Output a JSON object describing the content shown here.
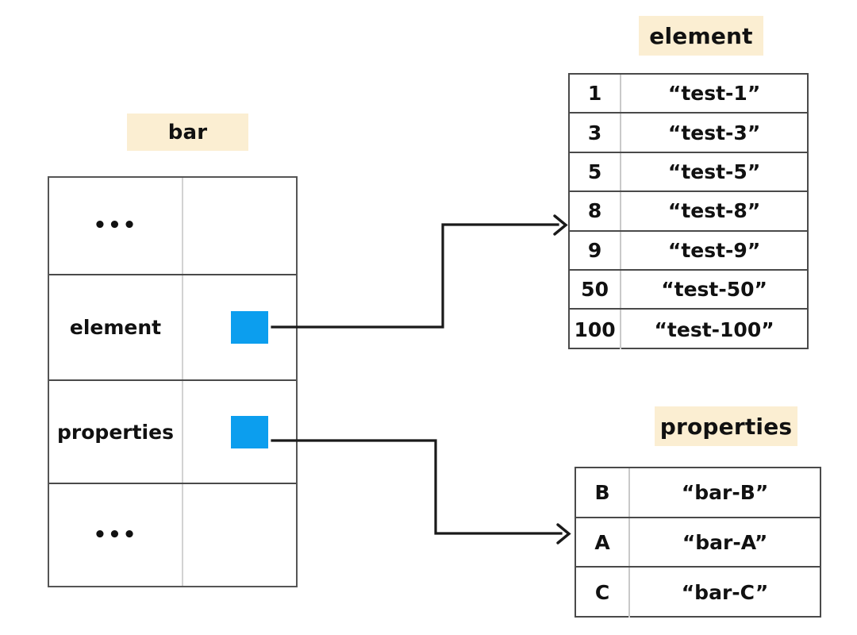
{
  "diagram": {
    "kind": "object-reference-diagram",
    "colors": {
      "highlight": "#fbeed2",
      "pointer_swatch": "#0c9eee",
      "border": "#4a4a4a",
      "inner_divider": "#c9c9c9",
      "text": "#111111",
      "background": "#ffffff"
    }
  },
  "bar_table": {
    "title": "bar",
    "rows": [
      {
        "key": "•••",
        "kind": "ellipsis",
        "value": ""
      },
      {
        "key": "element",
        "kind": "pointer",
        "value": ""
      },
      {
        "key": "properties",
        "kind": "pointer",
        "value": ""
      },
      {
        "key": "•••",
        "kind": "ellipsis",
        "value": ""
      }
    ]
  },
  "element_table": {
    "title": "element",
    "rows": [
      {
        "key": "1",
        "value": "“test-1”"
      },
      {
        "key": "3",
        "value": "“test-3”"
      },
      {
        "key": "5",
        "value": "“test-5”"
      },
      {
        "key": "8",
        "value": "“test-8”"
      },
      {
        "key": "9",
        "value": "“test-9”"
      },
      {
        "key": "50",
        "value": "“test-50”"
      },
      {
        "key": "100",
        "value": "“test-100”"
      }
    ]
  },
  "properties_table": {
    "title": "properties",
    "rows": [
      {
        "key": "B",
        "value": "“bar-B”"
      },
      {
        "key": "A",
        "value": "“bar-A”"
      },
      {
        "key": "C",
        "value": "“bar-C”"
      }
    ]
  },
  "connectors": [
    {
      "from": "bar.element",
      "to": "element_table",
      "shape": "right-up-right"
    },
    {
      "from": "bar.properties",
      "to": "properties_table",
      "shape": "right-down-right"
    }
  ]
}
